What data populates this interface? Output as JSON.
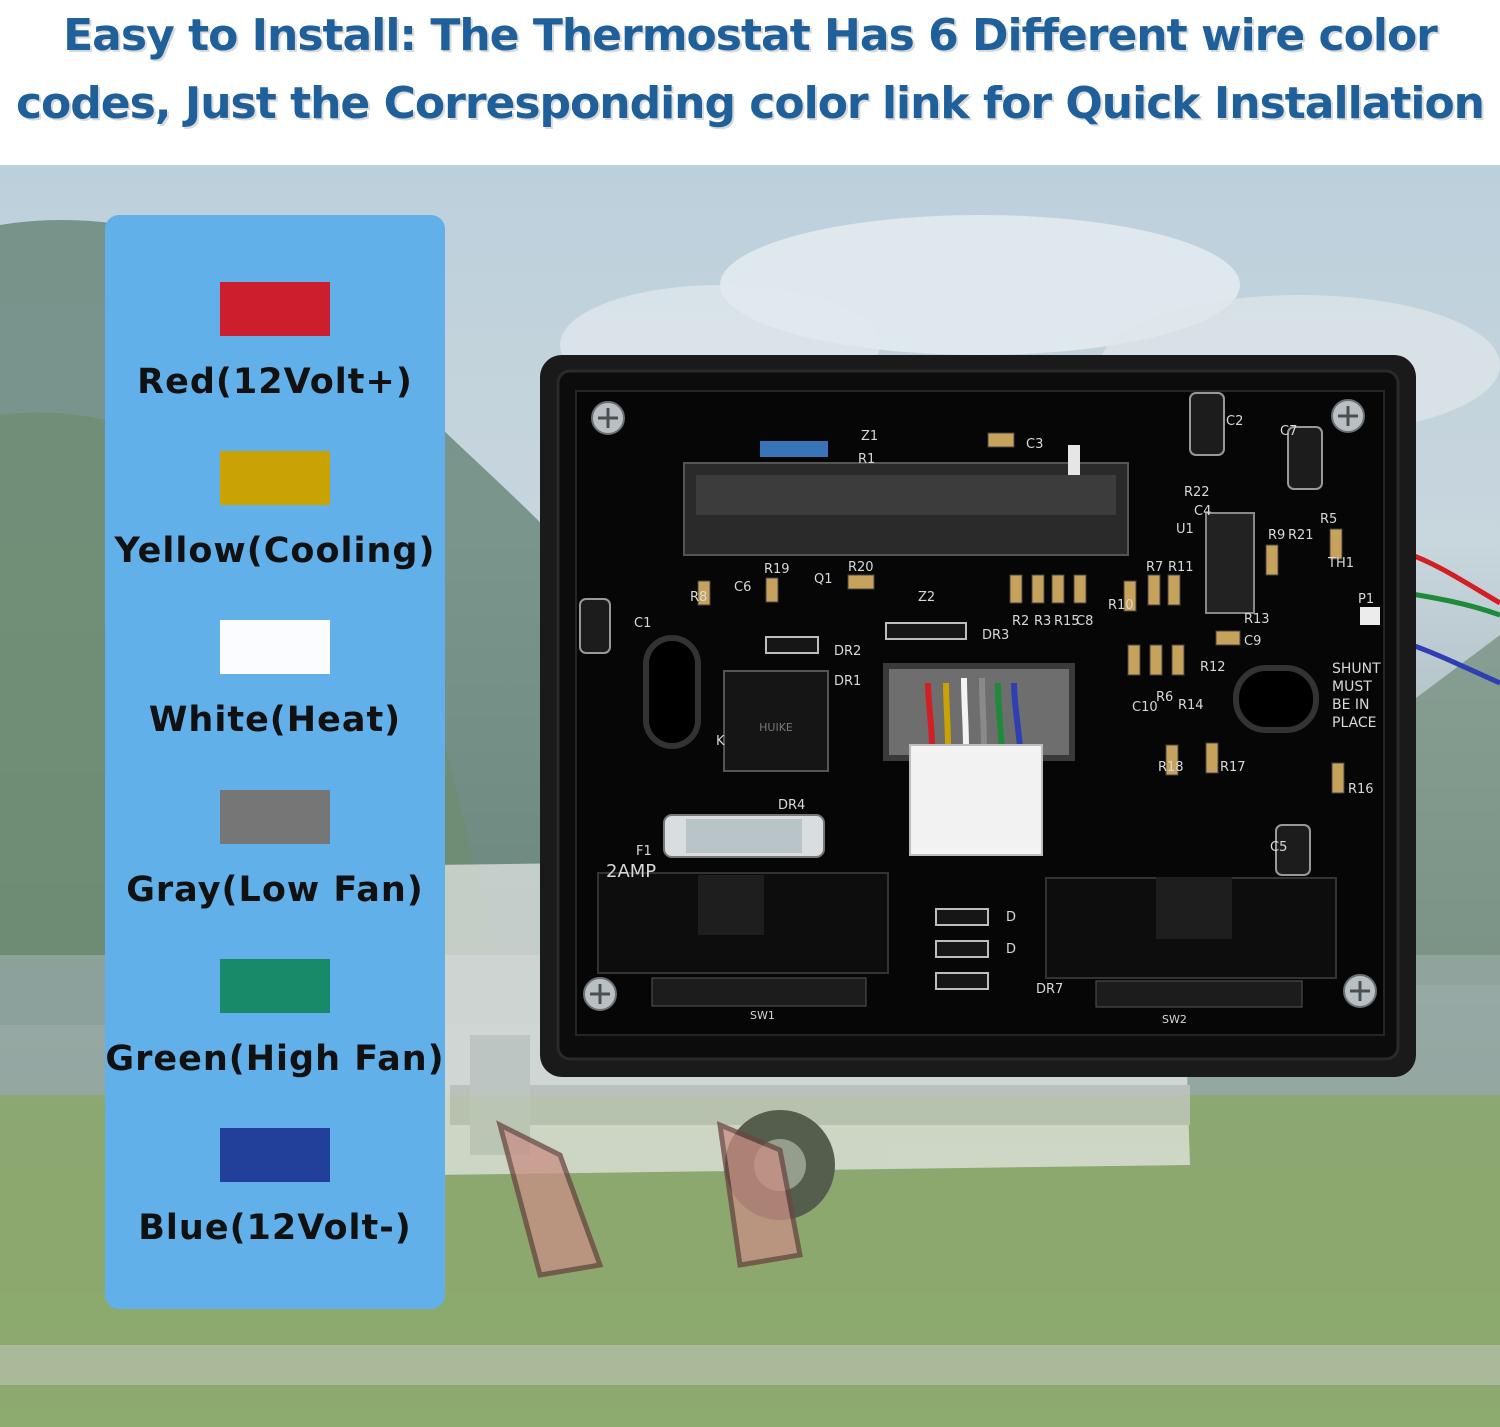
{
  "headline": {
    "line1": "Easy to Install: The Thermostat Has 6 Different wire color",
    "line2": "codes, Just the Corresponding color link for Quick Installation",
    "color": "#1f5f9a"
  },
  "legend": {
    "background": "#62b0ea",
    "items": [
      {
        "label": "Red(12Volt+)",
        "color": "#cc1e2c"
      },
      {
        "label": "Yellow(Cooling)",
        "color": "#c9a204"
      },
      {
        "label": "White(Heat)",
        "color": "#fafcff"
      },
      {
        "label": "Gray(Low Fan)",
        "color": "#767676"
      },
      {
        "label": "Green(High Fan)",
        "color": "#188a6a"
      },
      {
        "label": "Blue(12Volt-)",
        "color": "#223f9a"
      }
    ]
  },
  "board": {
    "components": {
      "z1": "Z1",
      "c3": "C3",
      "r1": "R1",
      "c2": "C2",
      "c7": "C7",
      "r22": "R22",
      "c4": "C4",
      "u1": "U1",
      "r9": "R9",
      "r21": "R21",
      "r5": "R5",
      "th1": "TH1",
      "r8": "R8",
      "c6": "C6",
      "r19": "R19",
      "q1": "Q1",
      "r20": "R20",
      "z2": "Z2",
      "r2": "R2",
      "r3": "R3",
      "r15": "R15",
      "c8": "C8",
      "r10": "R10",
      "r7": "R7",
      "r11": "R11",
      "r13": "R13",
      "c9": "C9",
      "p1": "P1",
      "c1": "C1",
      "dr2": "DR2",
      "dr3": "DR3",
      "dr1": "DR1",
      "k": "K",
      "c10": "C10",
      "r6": "R6",
      "r14": "R14",
      "r12": "R12",
      "r18": "R18",
      "r17": "R17",
      "r16": "R16",
      "dr4": "DR4",
      "f1": "F1",
      "amp": "2AMP",
      "c5": "C5",
      "d1": "D",
      "d2": "D",
      "dr7": "DR7",
      "sw1": "SW1",
      "sw2": "SW2"
    },
    "relay_text": "HUIKE",
    "shunt": [
      "SHUNT",
      "MUST",
      "BE IN",
      "PLACE"
    ]
  }
}
